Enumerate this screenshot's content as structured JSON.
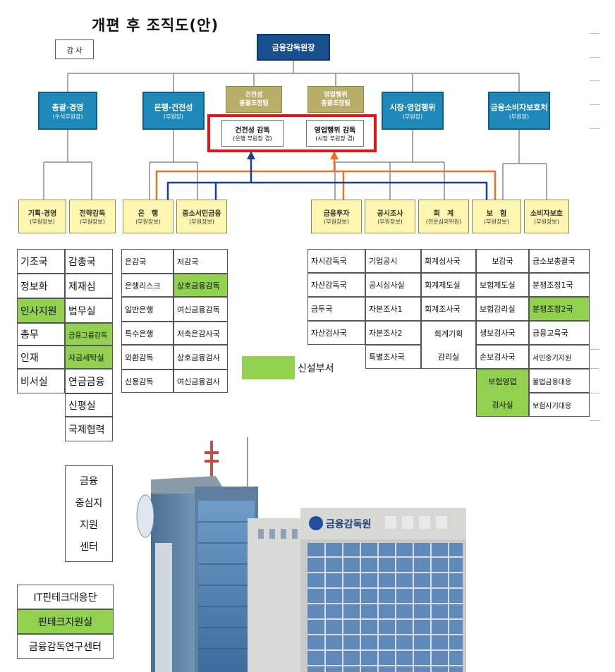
{
  "title": "개편 후 조직도(안)",
  "audit": "감 사",
  "governor": "금융감독원장",
  "divisions": [
    {
      "title": "총괄·경영",
      "sub": "(수석부원장)"
    },
    {
      "title": "은행·건전성",
      "sub": "(부원장)"
    },
    {
      "title": "시장·영업행위",
      "sub": "(부원장)"
    },
    {
      "title": "금융소비자보호처",
      "sub": "(부원장)"
    }
  ],
  "coord_teams": [
    {
      "line1": "건전성",
      "line2": "총괄조정팀"
    },
    {
      "line1": "영업행위",
      "line2": "총괄조정팀"
    }
  ],
  "supervision": [
    {
      "title": "건전성 감독",
      "sub": "(은행 부원장 겸)"
    },
    {
      "title": "영업행위 감독",
      "sub": "(시장 부원장 겸)"
    }
  ],
  "deputies": [
    {
      "title": "기획·경영",
      "sub": "(부원장보)"
    },
    {
      "title": "전략감독",
      "sub": "(부원장보)"
    },
    {
      "title": "은　행",
      "sub": "(부원장보)"
    },
    {
      "title": "중소서민금융",
      "sub": "(부원장보)"
    },
    {
      "title": "금융투자",
      "sub": "(부원장보)"
    },
    {
      "title": "공시조사",
      "sub": "(부원장보)"
    },
    {
      "title": "회　계",
      "sub": "(전문심의위원)"
    },
    {
      "title": "보　험",
      "sub": "(부원장보)"
    },
    {
      "title": "소비자보호",
      "sub": "(부원장보)"
    }
  ],
  "table_a": {
    "col1": [
      "기조국",
      "정보화",
      "인사지원",
      "총무",
      "인재",
      "비서실"
    ],
    "col2": [
      "감총국",
      "제재심",
      "법무실",
      "금융그룹감독",
      "자금세탁실",
      "연금금융",
      "신평실",
      "국제협력"
    ]
  },
  "table_b": {
    "col1": [
      "은감국",
      "은행리스크",
      "일반은행",
      "특수은행",
      "외환감독",
      "신용감독"
    ],
    "col2": [
      "저감국",
      "상호금융감독",
      "여신금융감독",
      "저축은감사국",
      "상호금융검사",
      "여신금융검사"
    ]
  },
  "table_c": {
    "col1": [
      "자시감독국",
      "자산감독국",
      "금투국",
      "자산검사국"
    ],
    "col2": [
      "기업공시",
      "공시심사실",
      "자본조사1",
      "자본조사2",
      "특별조사국"
    ],
    "col3": [
      "회계심사국",
      "회계제도실",
      "회계조사국",
      "회계기획",
      "감리실"
    ],
    "col4": [
      "보감국",
      "보험제도실",
      "보험감리실",
      "생보검사국",
      "손보검사국",
      "보험영업",
      "검사실"
    ],
    "col5": [
      "금소보총괄국",
      "분쟁조정1국",
      "분쟁조정2국",
      "금융교육국",
      "서민중기지원",
      "불법금융대응",
      "보험사기대응"
    ]
  },
  "legend": "신설부서",
  "center": [
    "금융",
    "중심지",
    "지원",
    "센터"
  ],
  "bottom_list": [
    "IT핀테크대응단",
    "핀테크지원실",
    "금융감독연구센터"
  ],
  "building_sign": "금융감독원",
  "colors": {
    "new_dept": "#92d050",
    "division": "#1e88b8",
    "governor": "#1a4f8f",
    "highlight": "#e0161c",
    "arrow_blue": "#1a3f8f",
    "arrow_orange": "#e8731c"
  }
}
